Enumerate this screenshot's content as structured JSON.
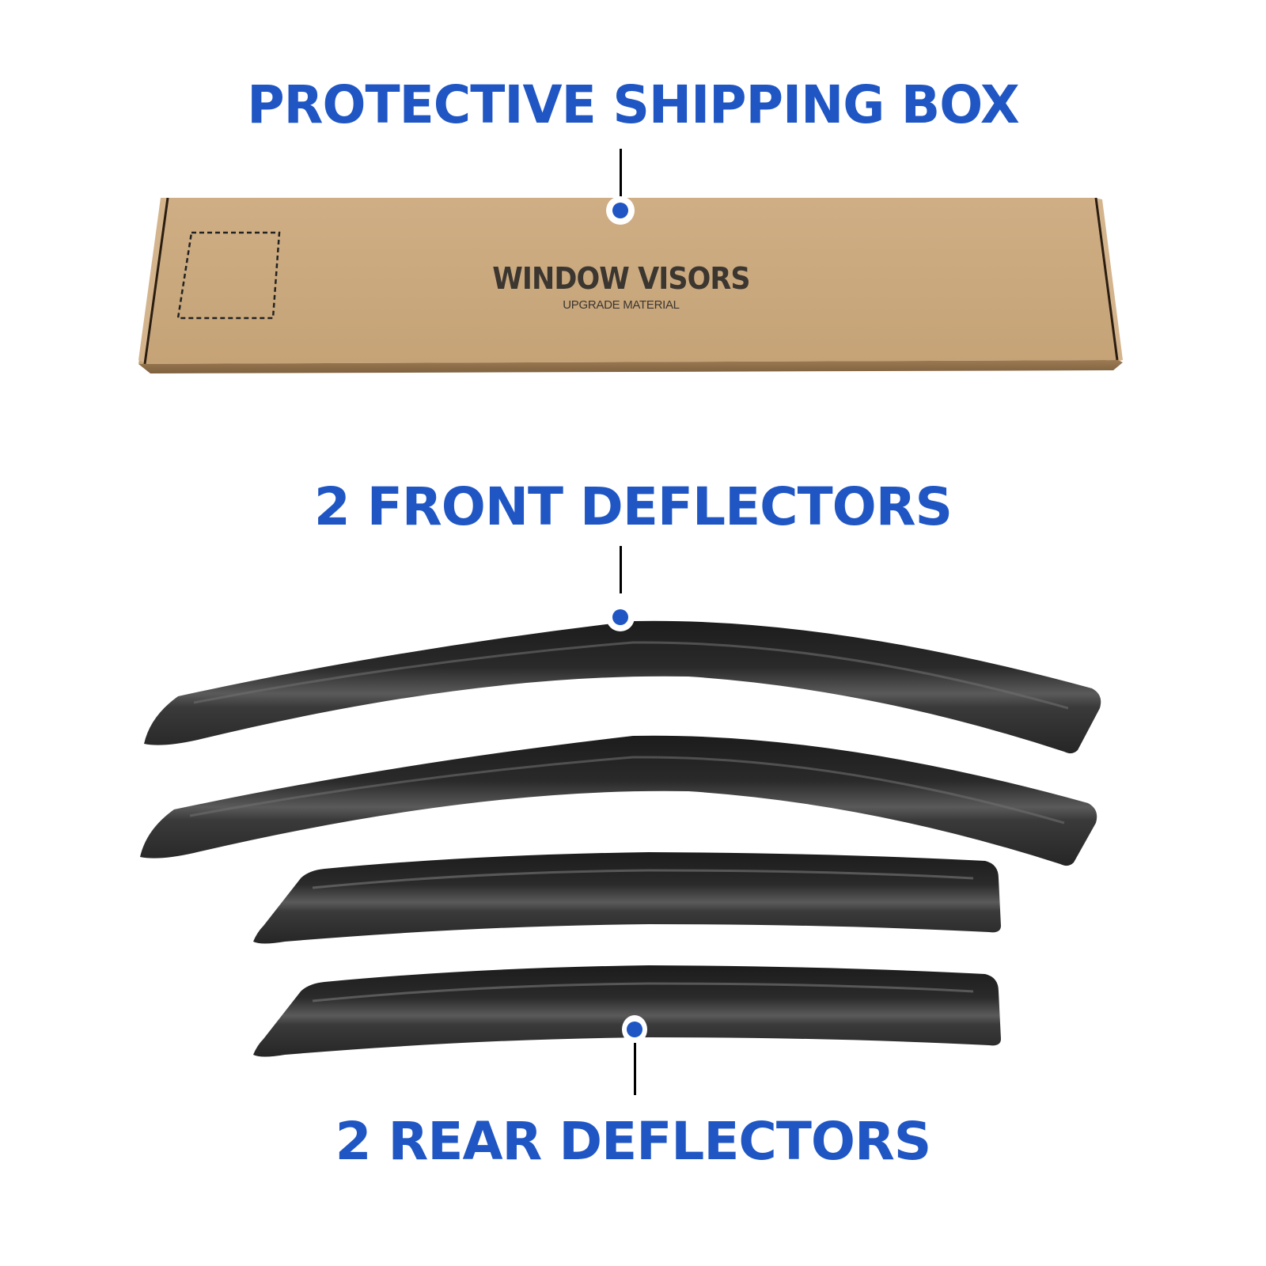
{
  "labels": {
    "box_heading": "PROTECTIVE SHIPPING BOX",
    "front_heading": "2 FRONT DEFLECTORS",
    "rear_heading": "2 REAR DEFLECTORS"
  },
  "box": {
    "title": "WINDOW VISORS",
    "subtitle": "UPGRADE MATERIAL"
  },
  "colors": {
    "accent": "#1f56c4",
    "box_kraft": "#c9a77c",
    "deflector": "#2a2a2a",
    "leader_line": "#000000"
  },
  "items": [
    {
      "name": "protective shipping box",
      "quantity": 1
    },
    {
      "name": "front deflector",
      "quantity": 2
    },
    {
      "name": "rear deflector",
      "quantity": 2
    }
  ]
}
